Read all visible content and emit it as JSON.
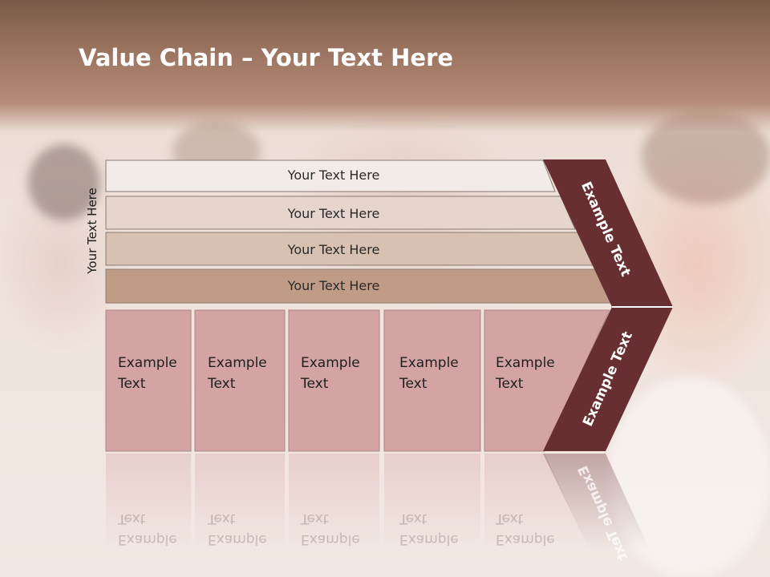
{
  "slide": {
    "title_bold": "Value Chain",
    "title_rest": " – Your Text Here",
    "side_label": "Your Text Here",
    "rows": [
      {
        "label": "Your Text Here",
        "color": "#f3ebe8"
      },
      {
        "label": "Your Text Here",
        "color": "#e6d5cd"
      },
      {
        "label": "Your Text Here",
        "color": "#d8c0b2"
      },
      {
        "label": "Your Text Here",
        "color": "#c09c86"
      }
    ],
    "columns": [
      {
        "line1": "Example",
        "line2": "Text"
      },
      {
        "line1": "Example",
        "line2": "Text"
      },
      {
        "line1": "Example",
        "line2": "Text"
      },
      {
        "line1": "Example",
        "line2": "Text"
      },
      {
        "line1": "Example",
        "line2": "Text"
      }
    ],
    "chevron_top_label": "Example Text",
    "chevron_bottom_label": "Example Text",
    "colors": {
      "header": "#8f6a56",
      "column_fill": "#d4a3a3",
      "chevron": "#672f32"
    }
  }
}
